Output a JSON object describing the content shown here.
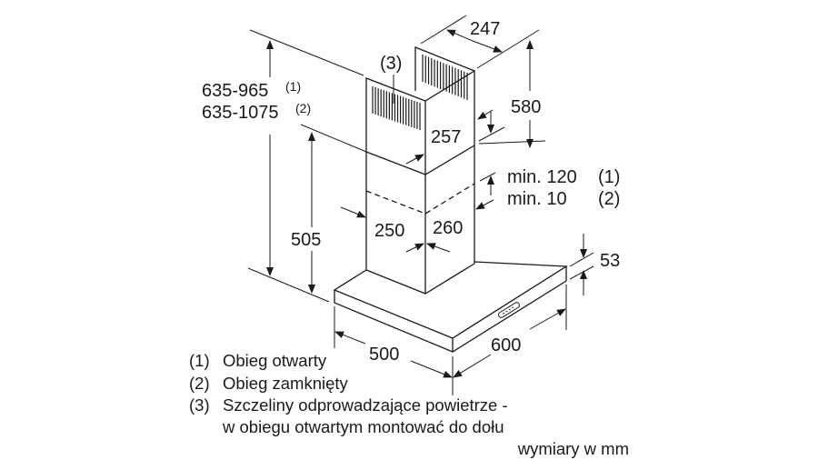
{
  "dimensions": {
    "height_total_1": "635-965",
    "height_total_1_note": "(1)",
    "height_total_2": "635-1075",
    "height_total_2_note": "(2)",
    "hood_to_chimney_bottom": "505",
    "upper_chimney_width": "247",
    "upper_chimney_depth": "257",
    "upper_chimney_height": "580",
    "overlap_1": "min. 120",
    "overlap_1_note": "(1)",
    "overlap_2": "min. 10",
    "overlap_2_note": "(2)",
    "lower_chimney_depth": "250",
    "lower_chimney_width": "260",
    "canopy_height": "53",
    "canopy_depth": "500",
    "canopy_width": "600",
    "vent_label": "(3)"
  },
  "legend": [
    {
      "num": "(1)",
      "text": "Obieg otwarty"
    },
    {
      "num": "(2)",
      "text": "Obieg zamknięty"
    },
    {
      "num": "(3)",
      "text": "Szczeliny odprowadzające powietrze -"
    },
    {
      "num": "",
      "text": "w obiegu otwartym montować do dołu"
    }
  ],
  "units_note": "wymiary w mm"
}
